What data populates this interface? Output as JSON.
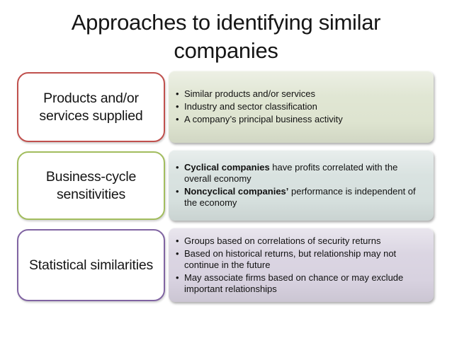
{
  "slide": {
    "title": "Approaches to identifying similar companies",
    "background_color": "#ffffff",
    "title_color": "#161616",
    "text_color": "#111111"
  },
  "rows": [
    {
      "label": "Products and/or services supplied",
      "border_color": "#c0504d",
      "panel_color": "#dee4d0",
      "bullets": [
        [
          {
            "t": "Similar products and/or services"
          }
        ],
        [
          {
            "t": "Industry and sector classification"
          }
        ],
        [
          {
            "t": "A company’s principal business activity"
          }
        ]
      ]
    },
    {
      "label": "Business-cycle sensitivities",
      "border_color": "#a2bd5e",
      "panel_color": "#d6e0de",
      "bullets": [
        [
          {
            "t": "Cyclical companies",
            "b": true
          },
          {
            "t": " have profits correlated with the overall economy"
          }
        ],
        [
          {
            "t": "Noncyclical companies’",
            "b": true
          },
          {
            "t": " performance is independent of the economy"
          }
        ]
      ]
    },
    {
      "label": "Statistical similarities",
      "border_color": "#8064a2",
      "panel_color": "#d8d2e0",
      "bullets": [
        [
          {
            "t": "Groups based on correlations of security returns"
          }
        ],
        [
          {
            "t": "Based on historical returns, but relationship may not continue in the future"
          }
        ],
        [
          {
            "t": "May associate firms based on chance or may exclude important relationships"
          }
        ]
      ]
    }
  ]
}
